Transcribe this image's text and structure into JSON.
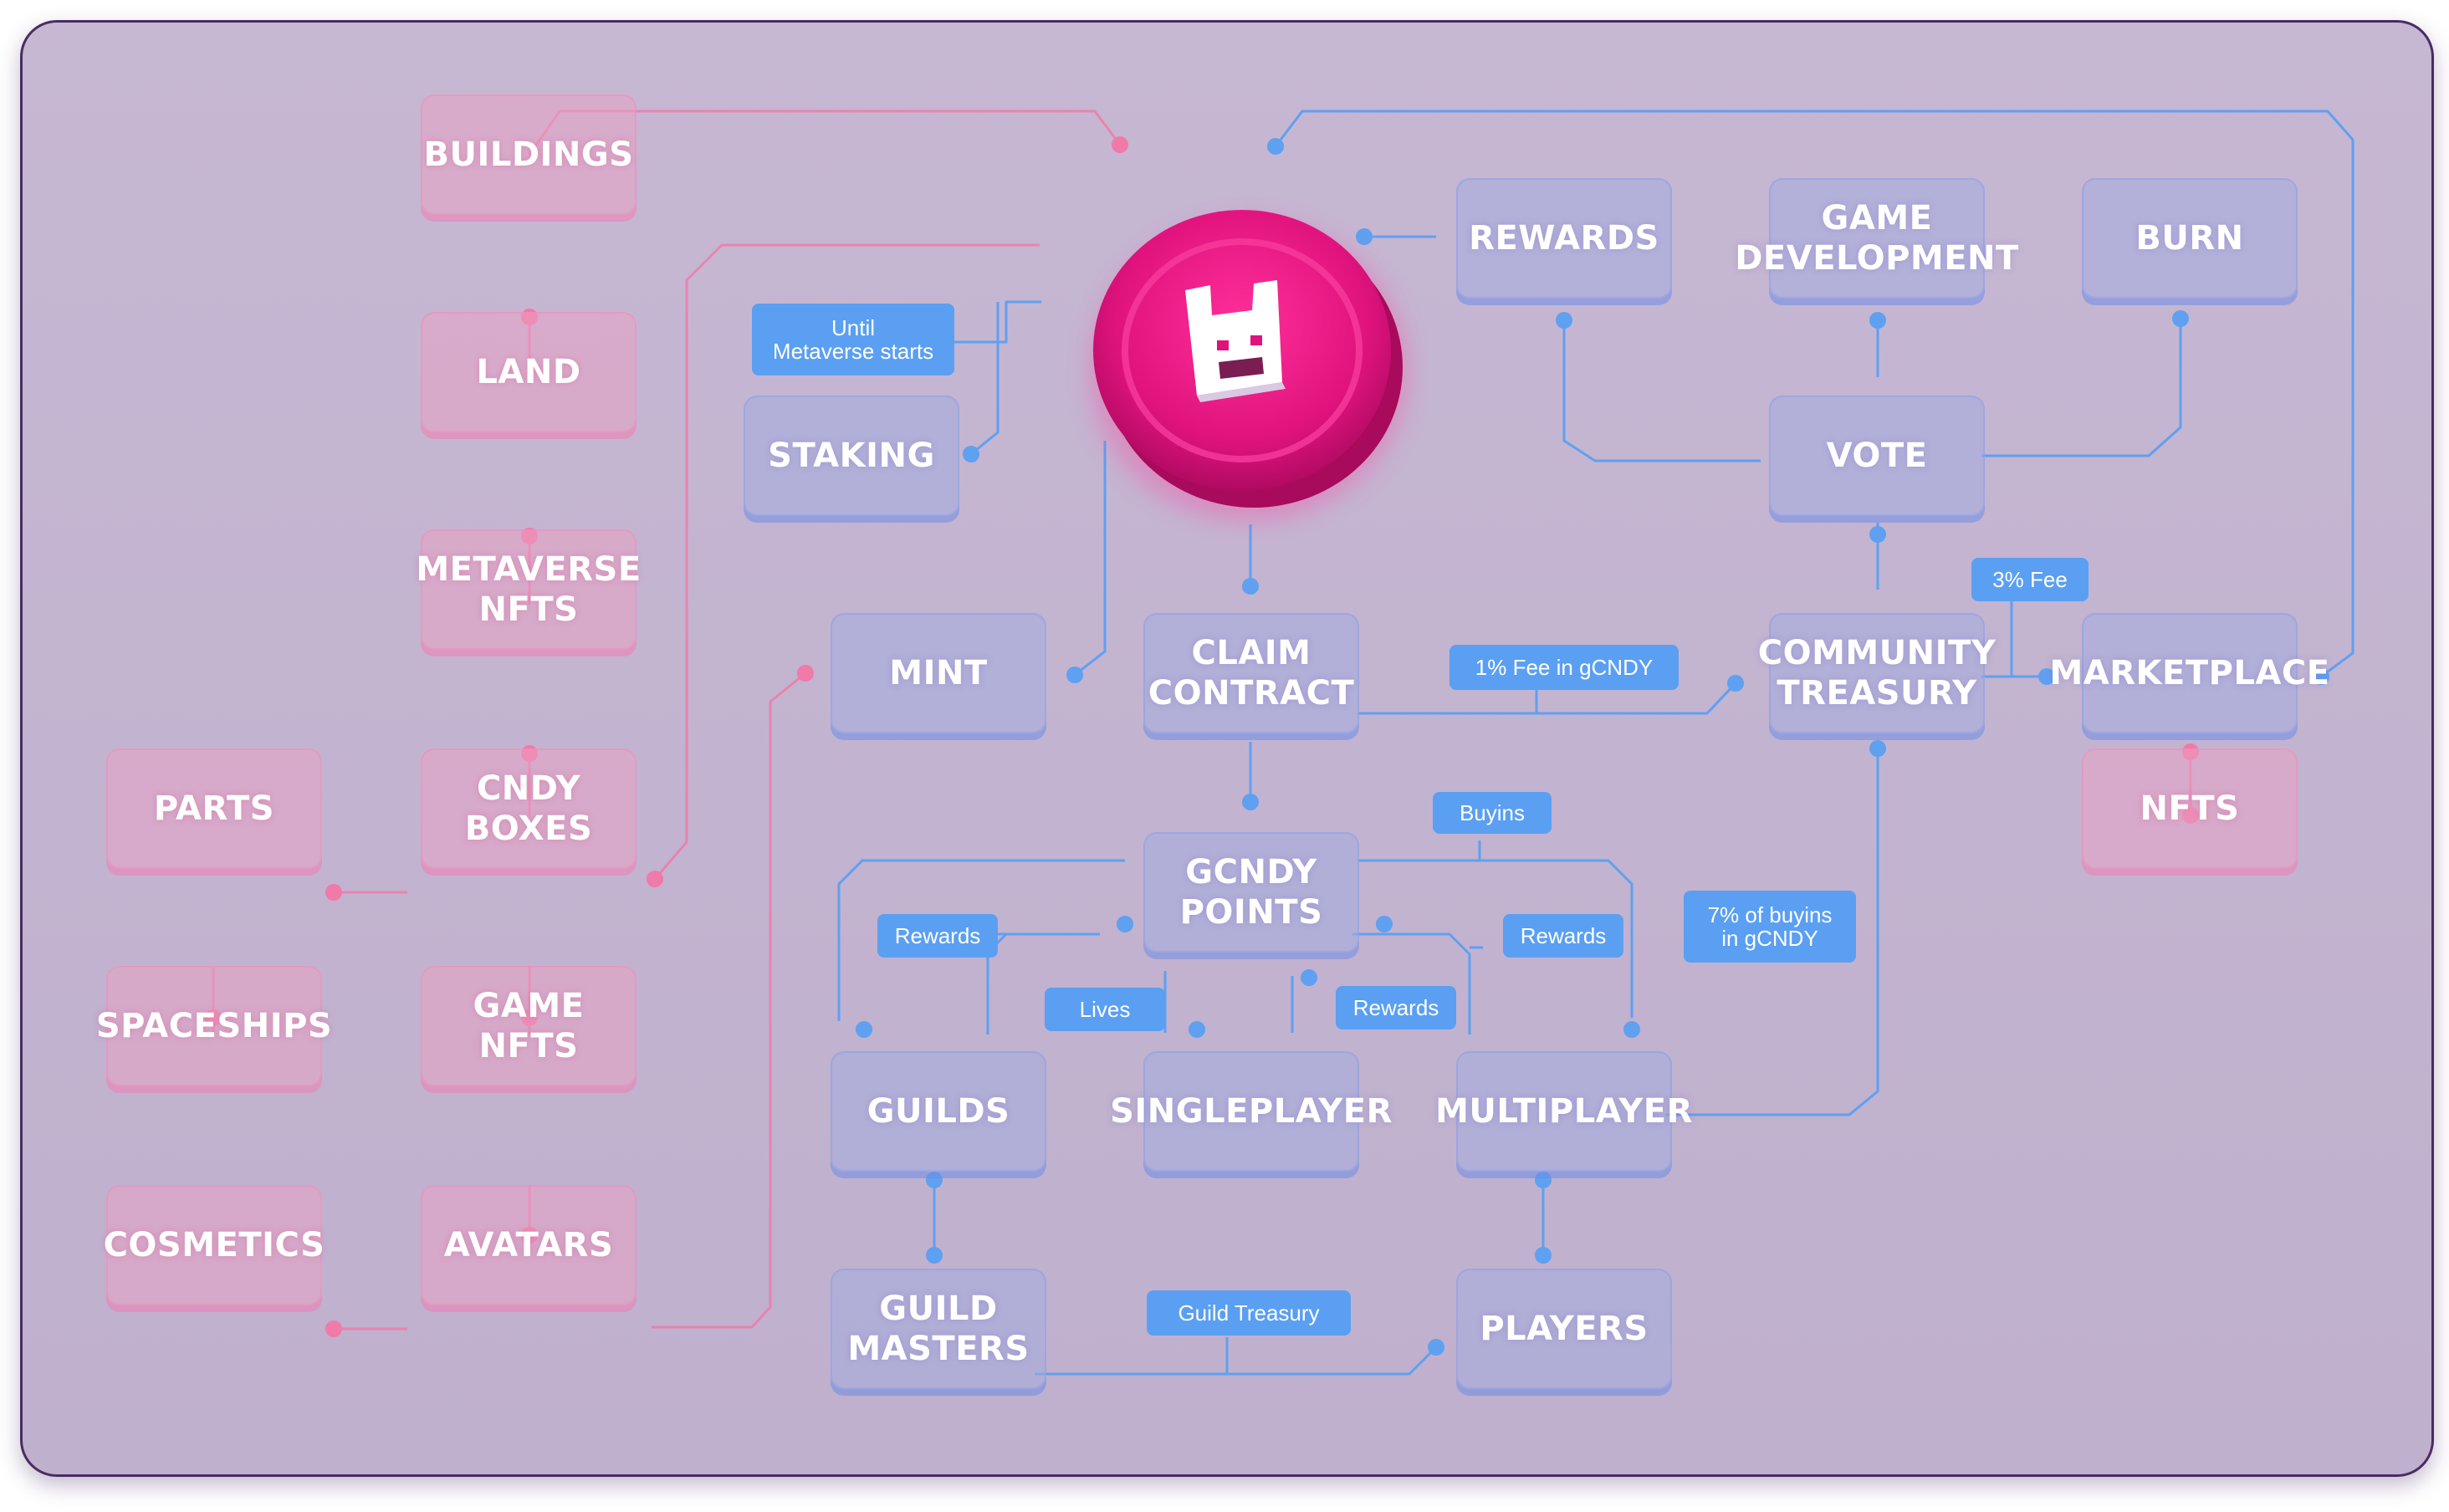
{
  "colors": {
    "background": "#c4b5d2",
    "frame": "#4b2b63",
    "blue_line": "#5fa0f0",
    "pink_line": "#f07aa8",
    "coin": "#e0137d",
    "label_bg": "#5a9ff2"
  },
  "icons": {
    "coin": "pink-token-coin-with-white-castle-face-logo"
  },
  "nodes": {
    "buildings": "BUILDINGS",
    "land": "LAND",
    "metaverse_nfts": "METAVERSE\nNFTS",
    "cndy_boxes": "CNDY BOXES",
    "parts": "PARTS",
    "spaceships": "SPACESHIPS",
    "game_nfts": "GAME NFTS",
    "cosmetics": "COSMETICS",
    "avatars": "AVATARS",
    "staking": "STAKING",
    "mint": "MINT",
    "claim_contract": "CLAIM\nCONTRACT",
    "gcndy_points": "GCNDY\nPOINTS",
    "guilds": "GUILDS",
    "singleplayer": "SINGLEPLAYER",
    "multiplayer": "MULTIPLAYER",
    "guild_masters": "GUILD\nMASTERS",
    "players": "PLAYERS",
    "rewards": "REWARDS",
    "game_development": "GAME\nDEVELOPMENT",
    "burn": "BURN",
    "vote": "VOTE",
    "community_treasury": "COMMUNITY\nTREASURY",
    "marketplace": "MARKETPLACE",
    "nfts": "NFTS"
  },
  "labels": {
    "until_metaverse": "Until\nMetaverse starts",
    "fee_gcndy": "1% Fee in gCNDY",
    "fee_3": "3% Fee",
    "buyins": "Buyins",
    "rewards_left": "Rewards",
    "rewards_right": "Rewards",
    "rewards_mid": "Rewards",
    "lives": "Lives",
    "buyins_pct": "7% of buyins\nin gCNDY",
    "guild_treasury": "Guild Treasury"
  }
}
